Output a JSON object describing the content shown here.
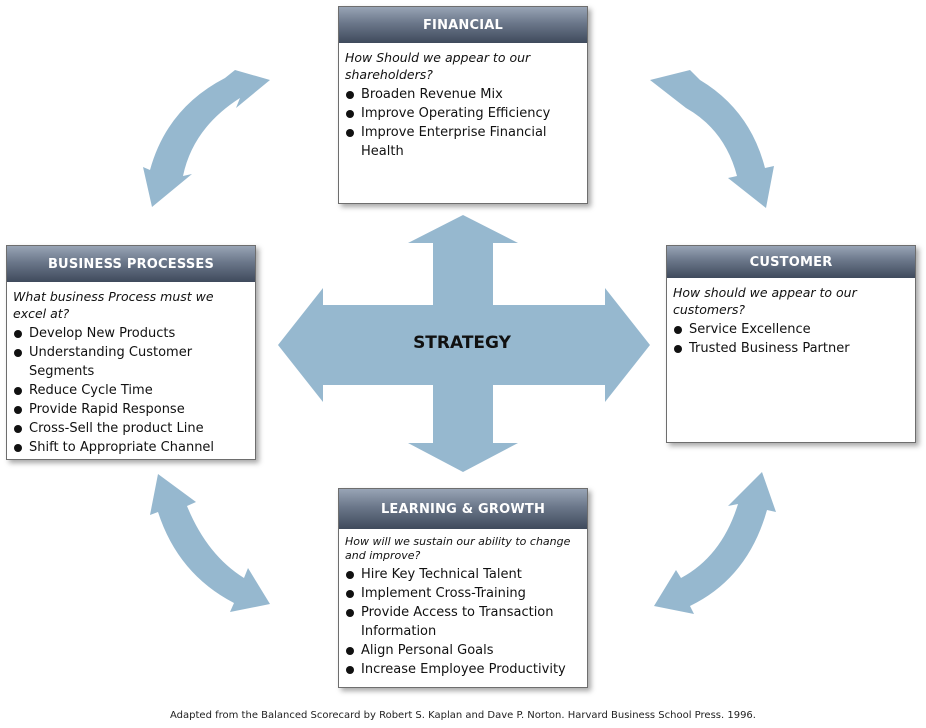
{
  "colors": {
    "arrow": "#96b8cf",
    "header_top": "#98a4b5",
    "header_bottom": "#3f4a5c"
  },
  "center": {
    "label": "STRATEGY"
  },
  "financial": {
    "title": "FINANCIAL",
    "question": "How Should we appear to our shareholders?",
    "items": [
      "Broaden Revenue Mix",
      "Improve Operating Efficiency",
      "Improve Enterprise Financial Health"
    ]
  },
  "customer": {
    "title": "CUSTOMER",
    "question": "How should we appear to our customers?",
    "items": [
      "Service Excellence",
      "Trusted Business Partner"
    ]
  },
  "business_processes": {
    "title": "BUSINESS PROCESSES",
    "question": "What business Process must we excel at?",
    "items": [
      "Develop New Products",
      "Understanding Customer Segments",
      "Reduce Cycle Time",
      "Provide Rapid Response",
      "Cross-Sell the product Line",
      "Shift to Appropriate Channel"
    ]
  },
  "learning_growth": {
    "title": "LEARNING & GROWTH",
    "question": "How will we sustain our ability to change and improve?",
    "items": [
      "Hire Key Technical Talent",
      "Implement Cross-Training",
      "Provide Access to Transaction Information",
      "Align Personal Goals",
      "Increase Employee Productivity"
    ]
  },
  "footer": {
    "note": "Adapted from the Balanced Scorecard by Robert S. Kaplan and Dave P. Norton. Harvard Business School Press. 1996."
  }
}
